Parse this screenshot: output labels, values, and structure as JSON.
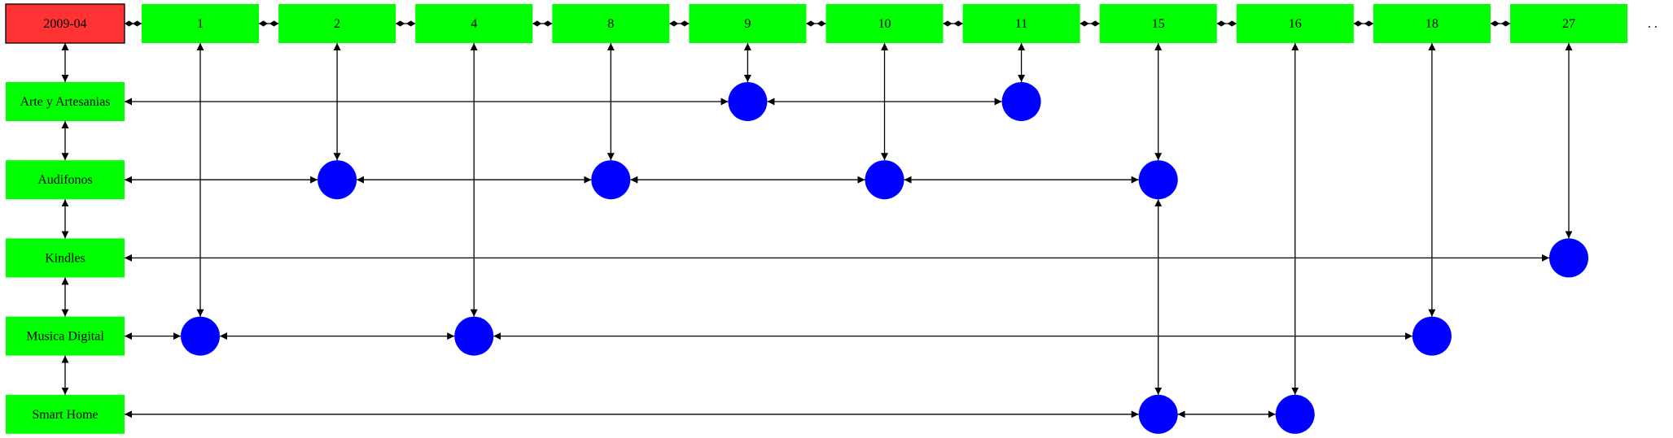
{
  "colors": {
    "root": "#ff3333",
    "node": "#00ff00",
    "dot": "#0000ff",
    "edge": "#000000",
    "background": "#ffffff"
  },
  "root_label": "2009-04",
  "columns": [
    "1",
    "2",
    "4",
    "8",
    "9",
    "10",
    "11",
    "15",
    "16",
    "18",
    "27"
  ],
  "rows": [
    "Arte y Artesanias",
    "Audifonos",
    "Kindles",
    "Musica Digital",
    "Smart Home"
  ],
  "trailing_mark": ". .",
  "dots": [
    {
      "row": "Arte y Artesanias",
      "cols": [
        "9",
        "11"
      ]
    },
    {
      "row": "Audifonos",
      "cols": [
        "2",
        "8",
        "10",
        "15"
      ]
    },
    {
      "row": "Kindles",
      "cols": [
        "27"
      ]
    },
    {
      "row": "Musica Digital",
      "cols": [
        "1",
        "4",
        "18"
      ]
    },
    {
      "row": "Smart Home",
      "cols": [
        "15",
        "16"
      ]
    }
  ]
}
